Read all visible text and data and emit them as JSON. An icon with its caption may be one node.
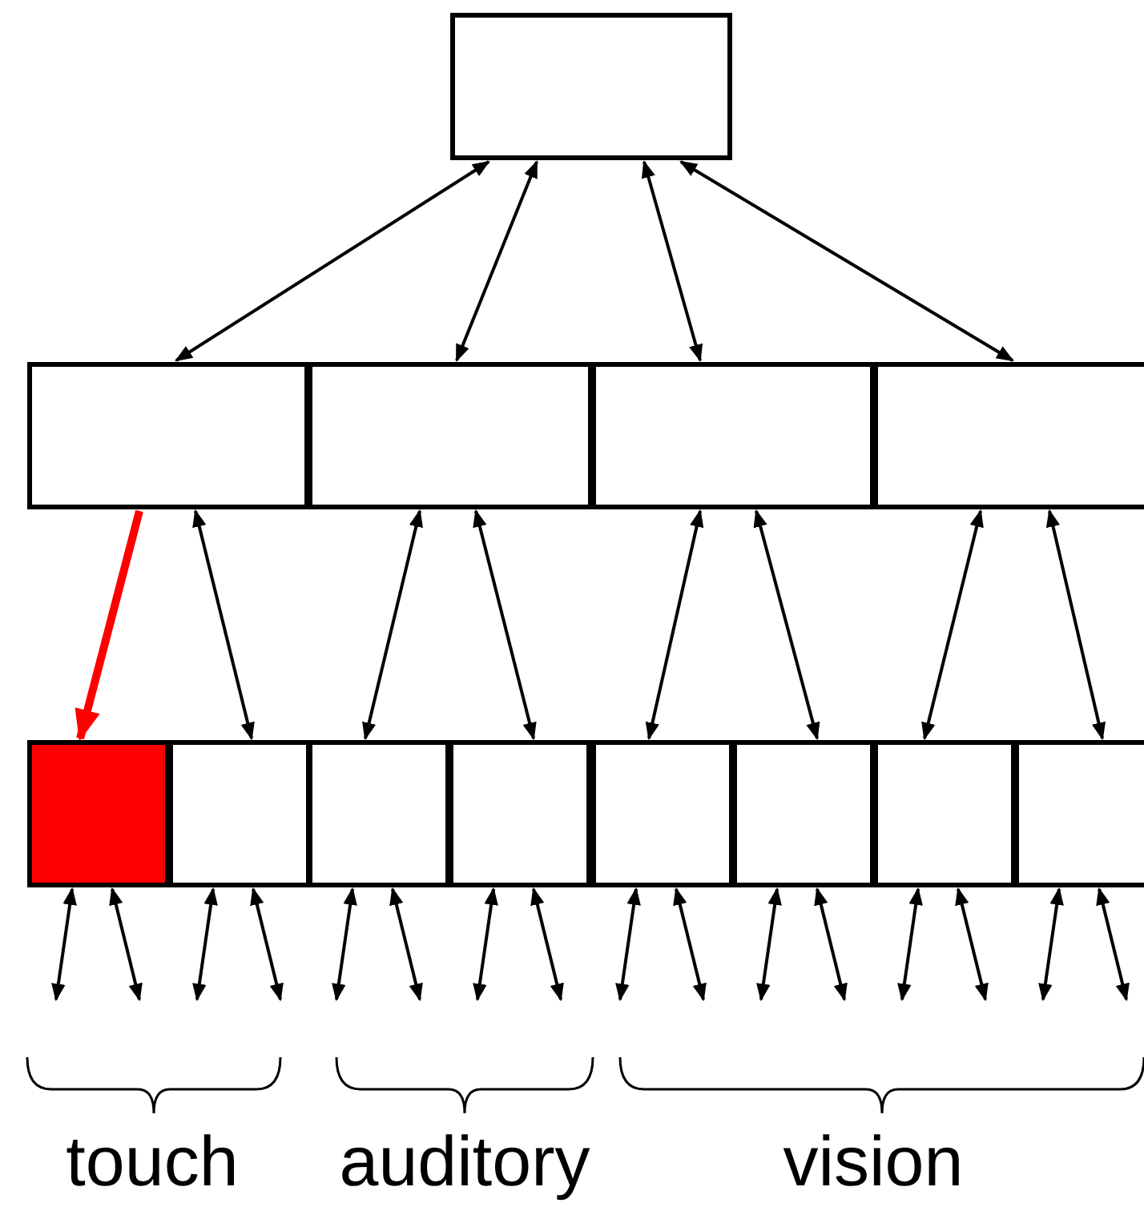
{
  "diagram": {
    "nodes": [
      {
        "text": [],
        "shape": "box"
      },
      {
        "text": [],
        "shape": "box"
      },
      {
        "text": [],
        "shape": "box"
      },
      {
        "text": [],
        "shape": "box"
      },
      {
        "text": [],
        "shape": "box"
      },
      {
        "text": [],
        "shape": "box"
      },
      {
        "text": [],
        "shape": "box"
      },
      {
        "text": [],
        "shape": "box"
      },
      {
        "text": [],
        "shape": "box"
      },
      {
        "text": [],
        "shape": "box"
      },
      {
        "text": [],
        "shape": "box"
      },
      {
        "text": [],
        "shape": "box"
      },
      {
        "text": [],
        "shape": "box"
      }
    ],
    "edges": [
      {
        "from": 0,
        "to": 1,
        "arrow": "both"
      },
      {
        "from": 0,
        "to": 2,
        "arrow": "both"
      },
      {
        "from": 0,
        "to": 3,
        "arrow": "both"
      },
      {
        "from": 0,
        "to": 4,
        "arrow": "both"
      },
      {
        "from": 1,
        "to": 5,
        "arrow": "to",
        "style": "thick",
        "color": "#ff0000"
      },
      {
        "from": 1,
        "to": 6,
        "arrow": "both"
      },
      {
        "from": 2,
        "to": 7,
        "arrow": "both"
      },
      {
        "from": 2,
        "to": 8,
        "arrow": "both"
      },
      {
        "from": 3,
        "to": 9,
        "arrow": "both"
      },
      {
        "from": 3,
        "to": 10,
        "arrow": "both"
      },
      {
        "from": 4,
        "to": 11,
        "arrow": "both"
      },
      {
        "from": 4,
        "to": 12,
        "arrow": "both"
      },
      {
        "from": 5,
        "to": null,
        "arrow": "both"
      },
      {
        "from": 5,
        "to": null,
        "arrow": "both"
      },
      {
        "from": 6,
        "to": null,
        "arrow": "both"
      },
      {
        "from": 6,
        "to": null,
        "arrow": "both"
      },
      {
        "from": 7,
        "to": null,
        "arrow": "both"
      },
      {
        "from": 7,
        "to": null,
        "arrow": "both"
      },
      {
        "from": 8,
        "to": null,
        "arrow": "both"
      },
      {
        "from": 8,
        "to": null,
        "arrow": "both"
      },
      {
        "from": 9,
        "to": null,
        "arrow": "both"
      },
      {
        "from": 9,
        "to": null,
        "arrow": "both"
      },
      {
        "from": 10,
        "to": null,
        "arrow": "both"
      },
      {
        "from": 10,
        "to": null,
        "arrow": "both"
      },
      {
        "from": 11,
        "to": null,
        "arrow": "both"
      },
      {
        "from": 11,
        "to": null,
        "arrow": "both"
      },
      {
        "from": 12,
        "to": null,
        "arrow": "both"
      },
      {
        "from": 12,
        "to": null,
        "arrow": "both"
      }
    ],
    "labels": [
      "touch",
      "auditory",
      "vision"
    ]
  }
}
